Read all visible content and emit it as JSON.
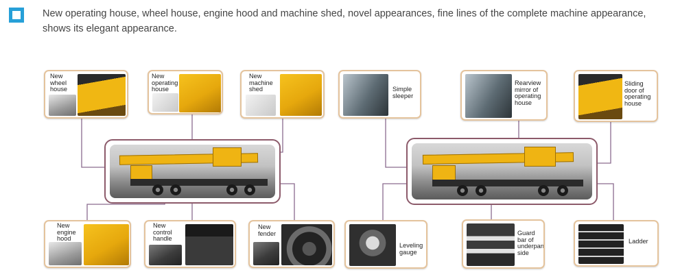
{
  "header": {
    "text": "New operating house, wheel house, engine hood and machine shed, novel appearances, fine lines of the complete machine appearance, shows its elegant appearance."
  },
  "left_group": {
    "top": [
      {
        "label": "New wheel house"
      },
      {
        "label": "New operating house"
      },
      {
        "label": "New machine shed"
      }
    ],
    "bottom": [
      {
        "label": "New engine hood"
      },
      {
        "label": "New control handle"
      },
      {
        "label": "New fender"
      }
    ]
  },
  "right_group": {
    "top": [
      {
        "label": "Simple sleeper"
      },
      {
        "label": "Rearview mirror of operating house"
      },
      {
        "label": "Sliding door of operating house"
      }
    ],
    "bottom": [
      {
        "label": "Leveling gauge"
      },
      {
        "label": "Guard bar of underpan side"
      },
      {
        "label": "Ladder"
      }
    ]
  },
  "colors": {
    "accent_icon": "#27a0d8",
    "callout_border": "#e4c39c",
    "crane_border": "#8c5a6a",
    "connector": "#8a6b8e",
    "crane_yellow": "#efb413"
  }
}
